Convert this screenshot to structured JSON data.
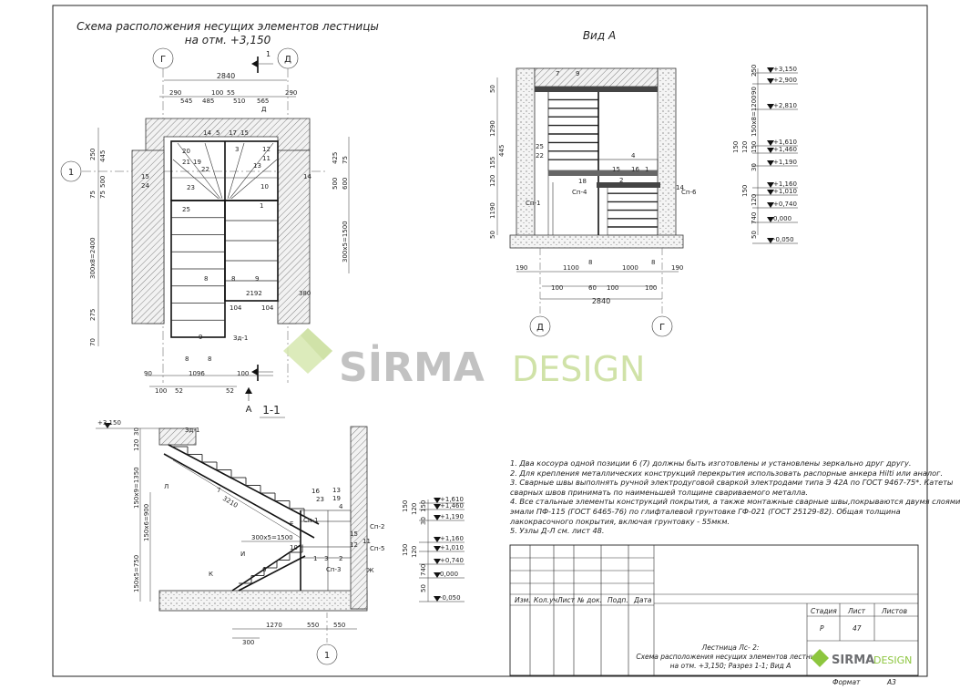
{
  "plan": {
    "title_line1": "Схема расположения несущих элементов лестницы",
    "title_line2": "на отм. +3,150",
    "axis_g": "Г",
    "axis_d": "Д",
    "axis_1": "1",
    "section_mark": "1",
    "view_mark": "А",
    "dims_top": [
      "2840",
      "290",
      "545",
      "485",
      "100",
      "55",
      "510",
      "565",
      "290"
    ],
    "dims_left": [
      "250",
      "445",
      "75",
      "500",
      "75",
      "300x8=2400",
      "275",
      "70"
    ],
    "dims_right": [
      "425",
      "500",
      "75",
      "600",
      "300x5=1500",
      "380"
    ],
    "dims_bottom": [
      "90",
      "1096",
      "100",
      "100",
      "52",
      "52"
    ],
    "dims_inner": [
      "2192",
      "104",
      "104"
    ],
    "marks": [
      "14",
      "5",
      "17",
      "15",
      "20",
      "3",
      "12",
      "21",
      "19",
      "11",
      "22",
      "13",
      "15",
      "24",
      "23",
      "10",
      "1",
      "25",
      "8",
      "9",
      "8",
      "8",
      "8",
      "9",
      "Зд-1",
      "Д",
      "1",
      "2"
    ]
  },
  "viewA": {
    "title": "Вид А",
    "dims_left": [
      "50",
      "1290",
      "445",
      "155",
      "120",
      "1190",
      "50"
    ],
    "dims_right": [
      "250",
      "90",
      "150x8=1200",
      "150",
      "120",
      "150",
      "30",
      "150",
      "120",
      "740",
      "50"
    ],
    "levels": [
      "+3,150",
      "+2,900",
      "+2,810",
      "+1,610",
      "+1,460",
      "+1,190",
      "+1,160",
      "+1,010",
      "+0,740",
      "0,000",
      "-0,050"
    ],
    "dims_bottom": [
      "190",
      "1100",
      "8",
      "1000",
      "8",
      "190",
      "100",
      "60",
      "100",
      "100",
      "2840"
    ],
    "axis_d": "Д",
    "axis_g": "Г",
    "marks": [
      "7",
      "9",
      "25",
      "22",
      "4",
      "15",
      "16",
      "1",
      "18",
      "2",
      "14",
      "Сп-1",
      "Сп-4",
      "Сп-6"
    ]
  },
  "section": {
    "title": "1-1",
    "level_top": "+3,150",
    "dims_left": [
      "30",
      "120",
      "150x9=1350",
      "150x6=900",
      "150x5=750"
    ],
    "dims_run": [
      "3210",
      "300x5=1500"
    ],
    "dims_bottom": [
      "1270",
      "550",
      "550",
      "300"
    ],
    "levels": [
      "+1,610",
      "+1,460",
      "+1,190",
      "+1,160",
      "+1,010",
      "+0,740",
      "0,000",
      "-0,050"
    ],
    "axis_1": "1",
    "marks": [
      "Зд-1",
      "Л",
      "7",
      "16",
      "23",
      "13",
      "19",
      "Е",
      "4",
      "Сп-1",
      "Сп-2",
      "15",
      "Сп-5",
      "12",
      "11",
      "10",
      "1",
      "3",
      "2",
      "Сп-3",
      "К",
      "И",
      "6",
      "Ж"
    ],
    "dims_right": [
      "150",
      "120",
      "150",
      "30",
      "150",
      "120",
      "740",
      "50"
    ]
  },
  "notes": [
    "1. Два косоура одной позиции 6 (7) должны быть изготовлены и установлены зеркально друг другу.",
    "2. Для крепления металлических конструкций перекрытия использовать распорные анкера Hilti или аналог.",
    "3. Сварные швы выполнять  ручной электродуговой сваркой электродами типа  Э 42А по ГОСТ 9467-75*. Катеты",
    "сварных швов принимать по наименьшей толщине свариваемого металла.",
    "4. Все стальные элементы конструкций покрытия, а также монтажные сварные швы,покрываются двумя слоями",
    "эмали ПФ-115 (ГОСТ 6465-76) по глифталевой грунтовке ГФ-021 (ГОСТ 25129-82). Общая толщина",
    "лакокрасочного покрытия, включая грунтовку - 55мкм.",
    "5. Узлы Д-Л см. лист 48."
  ],
  "title_block": {
    "headers": [
      "Изм.",
      "Кол.уч.",
      "Лист",
      "№ док.",
      "Подп.",
      "Дата"
    ],
    "stage_label": "Стадия",
    "sheet_label": "Лист",
    "sheets_label": "Листов",
    "stage": "Р",
    "sheet": "47",
    "sheets": "",
    "description_line1": "Лестница Лс- 2:",
    "description_line2": "Схема расположения  несущих элементов лестницы",
    "description_line3": "на отм. +3,150; Разрез 1-1; Вид А",
    "format_label": "Формат",
    "format": "А3",
    "logo_brand": "SIRMA",
    "logo_word": "DESIGN"
  },
  "watermark": {
    "brand": "SİRMA",
    "word": "DESIGN"
  },
  "colors": {
    "logo_green": "#8dc63f",
    "logo_grey": "#6d6e71",
    "watermark_green": "#c8de9a",
    "watermark_grey": "#b8b8b8"
  }
}
